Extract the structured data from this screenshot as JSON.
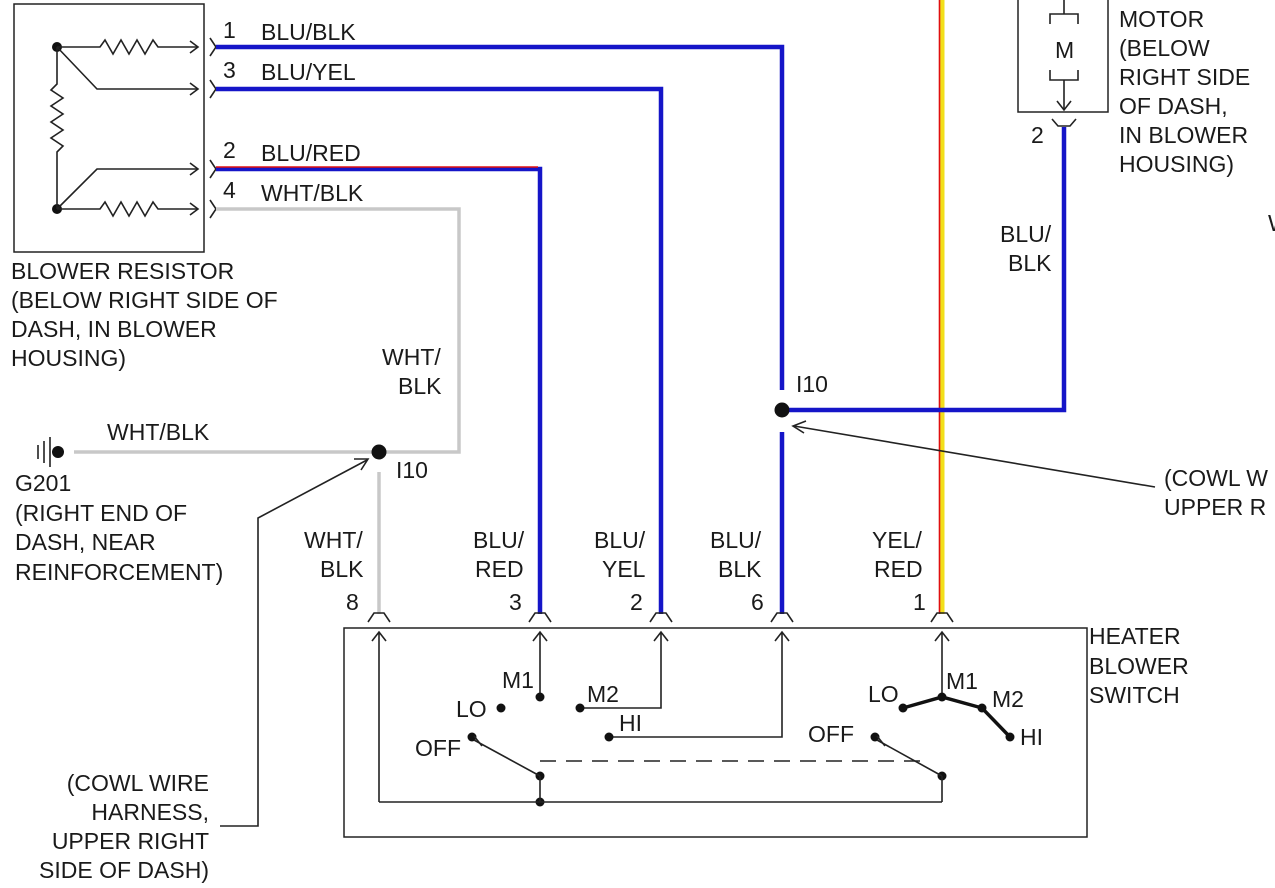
{
  "blower_resistor": {
    "label_lines": [
      "BLOWER RESISTOR",
      "(BELOW RIGHT SIDE OF",
      "DASH, IN BLOWER",
      "HOUSING)"
    ],
    "pins": [
      {
        "num": "1",
        "wire": "BLU/BLK"
      },
      {
        "num": "3",
        "wire": "BLU/YEL"
      },
      {
        "num": "2",
        "wire": "BLU/RED"
      },
      {
        "num": "4",
        "wire": "WHT/BLK"
      }
    ]
  },
  "motor": {
    "symbol": "M",
    "pin": "2",
    "label_lines": [
      "MOTOR",
      "(BELOW",
      "RIGHT SIDE",
      "OF DASH,",
      "IN BLOWER",
      "HOUSING)"
    ],
    "wire_lines": [
      "BLU/",
      "BLK"
    ]
  },
  "ground": {
    "id": "G201",
    "wire": "WHT/BLK",
    "label_lines": [
      "(RIGHT END OF",
      "DASH, NEAR",
      "REINFORCEMENT)"
    ]
  },
  "splices": {
    "left": {
      "id": "I10",
      "wire_lines": [
        "WHT/",
        "BLK"
      ]
    },
    "right": {
      "id": "I10"
    }
  },
  "callouts": {
    "left_lines": [
      "(COWL WIRE",
      "HARNESS,",
      "UPPER RIGHT",
      "SIDE OF DASH)"
    ],
    "right_lines": [
      "(COWL W",
      "UPPER R"
    ]
  },
  "switch": {
    "label_lines": [
      "HEATER",
      "BLOWER",
      "SWITCH"
    ],
    "connectors": [
      {
        "pin": "8",
        "wire_lines": [
          "WHT/",
          "BLK"
        ]
      },
      {
        "pin": "3",
        "wire_lines": [
          "BLU/",
          "RED"
        ]
      },
      {
        "pin": "2",
        "wire_lines": [
          "BLU/",
          "YEL"
        ]
      },
      {
        "pin": "6",
        "wire_lines": [
          "BLU/",
          "BLK"
        ]
      },
      {
        "pin": "1",
        "wire_lines": [
          "YEL/",
          "RED"
        ]
      }
    ],
    "positions_left": {
      "lo": "LO",
      "m1": "M1",
      "m2": "M2",
      "hi": "HI",
      "off": "OFF"
    },
    "positions_right": {
      "lo": "LO",
      "m1": "M1",
      "m2": "M2",
      "hi": "HI",
      "off": "OFF"
    }
  },
  "edge_fragment": "W",
  "colors": {
    "blue_wire": "#1515c8",
    "white_wire": "#c8c8c8",
    "yellow_wire": "#f2df1a",
    "red_tracer": "#e01010"
  }
}
